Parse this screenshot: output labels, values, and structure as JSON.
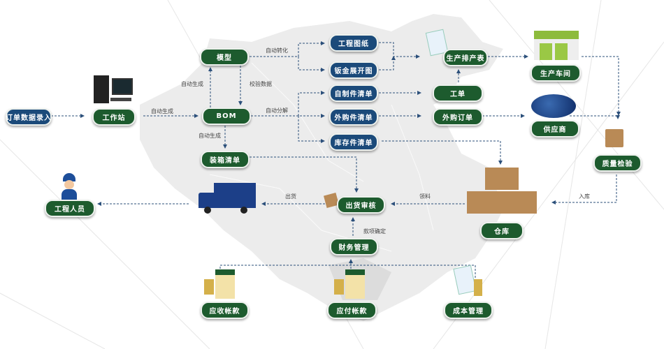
{
  "nodes": {
    "order_entry": "订单数据录入",
    "workstation": "工作站",
    "model": "模型",
    "bom": "BOM",
    "packing_list": "装箱清单",
    "eng_drawing": "工程图纸",
    "sheet_metal": "钣金展开图",
    "self_made_list": "自制件清单",
    "purchased_list": "外购件清单",
    "stock_list": "库存件清单",
    "schedule": "生产排产表",
    "work_order": "工单",
    "purchase_order": "外购订单",
    "workshop": "生产车间",
    "supplier": "供应商",
    "quality": "质量检验",
    "warehouse": "仓库",
    "shipment_review": "出货审核",
    "engineer": "工程人员",
    "finance": "财务管理",
    "receivable": "应收帐款",
    "payable": "应付帐款",
    "cost": "成本管理"
  },
  "edge_labels": {
    "auto_gen_1": "自动生成",
    "auto_convert": "自动转化",
    "auto_gen_2": "自动生成",
    "verify": "校验数据",
    "auto_split": "自动分解",
    "auto_gen_3": "自动生成",
    "ship": "出货",
    "pick": "领料",
    "stock_in": "入库",
    "payment": "款项确定"
  },
  "colors": {
    "green": "#1d5b2e",
    "blue": "#1b4a7a",
    "arrow": "#2b4f7a"
  }
}
